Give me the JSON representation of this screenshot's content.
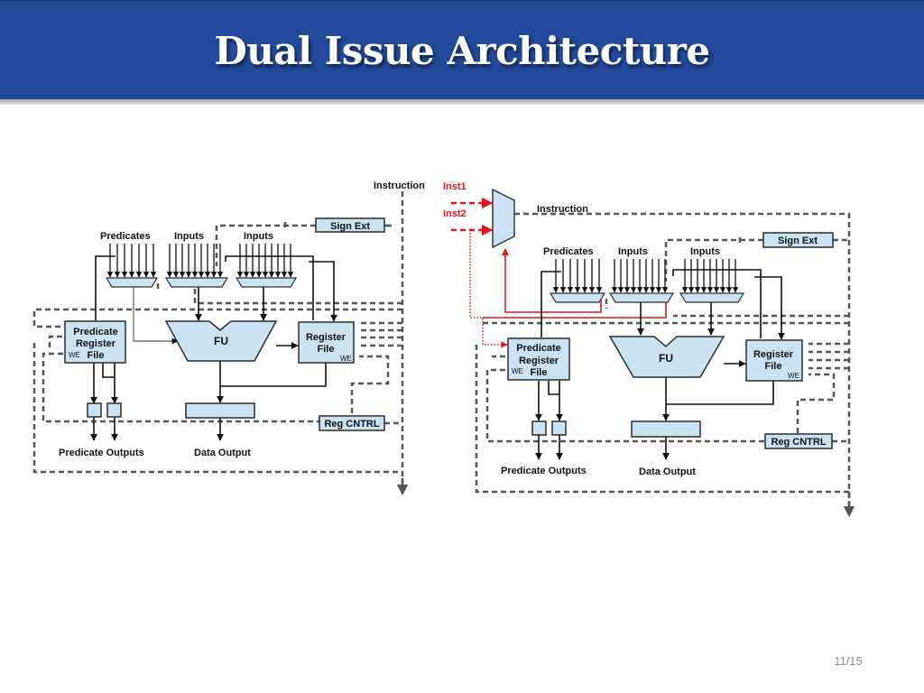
{
  "slide": {
    "title": "Dual Issue Architecture",
    "page": "11/15"
  },
  "left": {
    "instruction": "Instruction",
    "predicates": "Predicates",
    "inputs1": "Inputs",
    "inputs2": "Inputs",
    "sign_ext": "Sign Ext",
    "pred_rf": [
      "Predicate",
      "Register",
      "File"
    ],
    "we_pred": "WE",
    "fu": "FU",
    "reg_file": [
      "Register",
      "File"
    ],
    "we_reg": "WE",
    "reg_cntrl": "Reg CNTRL",
    "pred_out": "Predicate Outputs",
    "data_out": "Data Output"
  },
  "right": {
    "inst1": "Inst1",
    "inst2": "Inst2",
    "instruction": "Instruction",
    "predicates": "Predicates",
    "inputs1": "Inputs",
    "inputs2": "Inputs",
    "sign_ext": "Sign Ext",
    "pred_rf": [
      "Predicate",
      "Register",
      "File"
    ],
    "we_pred": "WE",
    "fu": "FU",
    "reg_file": [
      "Register",
      "File"
    ],
    "we_reg": "WE",
    "reg_cntrl": "Reg CNTRL",
    "pred_out": "Predicate Outputs",
    "data_out": "Data Output"
  },
  "colors": {
    "header": "#22499a",
    "block_fill": "#c9e3f3",
    "highlight": "#e0141c"
  }
}
